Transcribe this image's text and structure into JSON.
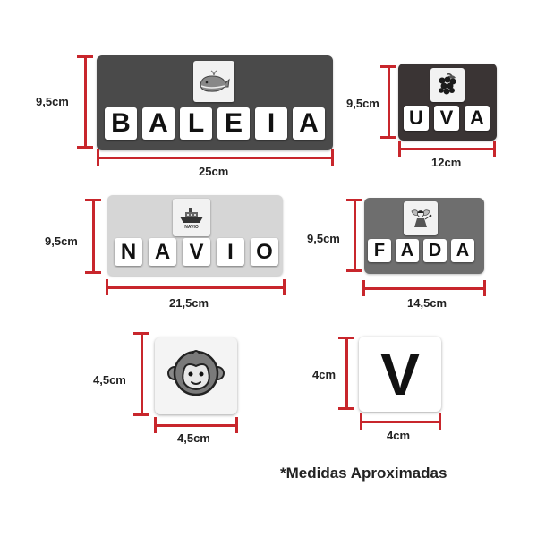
{
  "boards": {
    "baleia": {
      "word": [
        "B",
        "A",
        "L",
        "E",
        "I",
        "A"
      ],
      "height_label": "9,5cm",
      "width_label": "25cm",
      "icon": "whale-icon"
    },
    "uva": {
      "word": [
        "U",
        "V",
        "A"
      ],
      "height_label": "9,5cm",
      "width_label": "12cm",
      "icon": "grapes-icon"
    },
    "navio": {
      "word": [
        "N",
        "A",
        "V",
        "I",
        "O"
      ],
      "height_label": "9,5cm",
      "width_label": "21,5cm",
      "icon": "ship-icon",
      "icon_caption": "NAVIO"
    },
    "fada": {
      "word": [
        "F",
        "A",
        "D",
        "A"
      ],
      "height_label": "9,5cm",
      "width_label": "14,5cm",
      "icon": "fairy-icon"
    }
  },
  "pieces": {
    "image_piece": {
      "height_label": "4,5cm",
      "width_label": "4,5cm",
      "icon": "monkey-icon"
    },
    "letter_piece": {
      "letter": "V",
      "height_label": "4cm",
      "width_label": "4cm"
    }
  },
  "note": "*Medidas Aproximadas",
  "colors": {
    "measure": "#c8262c"
  }
}
